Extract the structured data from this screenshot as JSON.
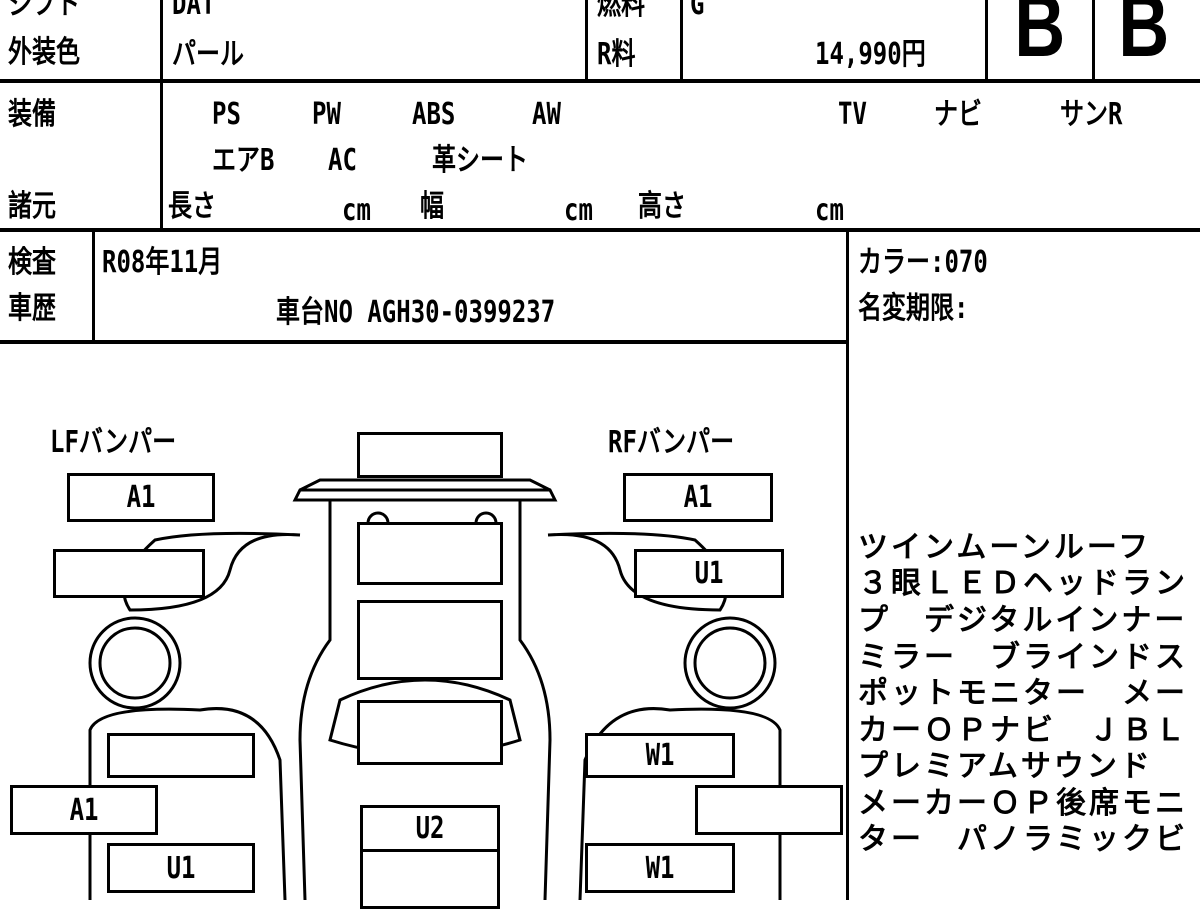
{
  "header": {
    "row1_label": "シフト",
    "row1_value": "DAT",
    "row2_label": "外装色",
    "row2_value": "パール",
    "fuel_label": "燃料",
    "fuel_value": "G",
    "recycle_label": "R料",
    "recycle_value": "14,990円",
    "grade_interior": "B",
    "grade_exterior": "B"
  },
  "equipment": {
    "label": "装備",
    "items_row1": [
      "PS",
      "PW",
      "ABS",
      "AW",
      "TV",
      "ナビ",
      "サンR"
    ],
    "items_row2": [
      "エアB",
      "AC",
      "革シート"
    ]
  },
  "specs": {
    "label": "諸元",
    "length_label": "長さ",
    "width_label": "幅",
    "height_label": "高さ",
    "unit": "cm"
  },
  "inspection": {
    "label": "検査",
    "value": "R08年11月",
    "history_label": "車歴",
    "chassis": "車台NO AGH30-0399237",
    "color_code": "カラー:070",
    "name_change": "名変期限:"
  },
  "diagram": {
    "lf_bumper": "LFバンパー",
    "rf_bumper": "RFバンパー",
    "boxes": {
      "lf_a1": "A1",
      "rf_a1": "A1",
      "rf_fender": "U1",
      "left_door": "A1",
      "left_rear": "U1",
      "right_door": "W1",
      "right_rear": "W1",
      "roof_rear": "U2"
    }
  },
  "notes": [
    "ツインムーンルーフ",
    "３眼ＬＥＤヘッドラン",
    "プ　デジタルインナー",
    "ミラー　ブラインドス",
    "ポットモニター　メー",
    "カーＯＰナビ　ＪＢＬ",
    "プレミアムサウンド",
    "メーカーＯＰ後席モニ",
    "ター　パノラミックビ"
  ]
}
